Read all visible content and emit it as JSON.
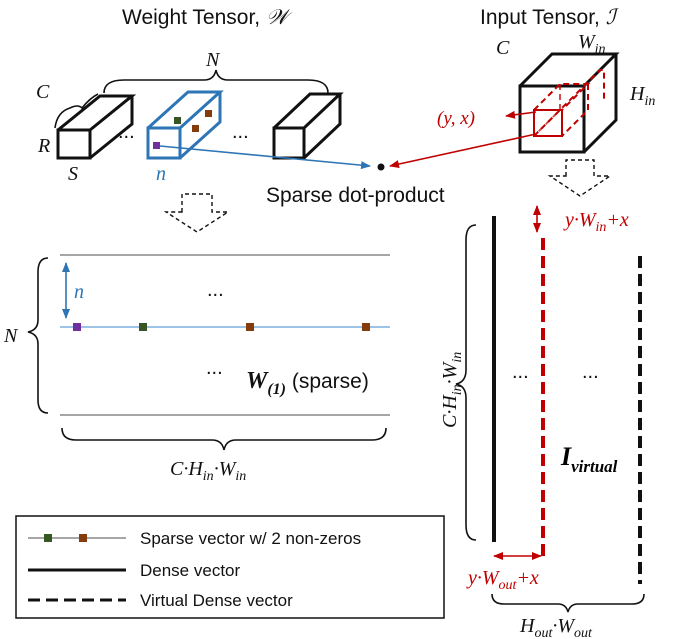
{
  "weight_tensor": {
    "title": "Weight Tensor, ",
    "symbol": "𝒲",
    "label_C": "C",
    "label_R": "R",
    "label_S": "S",
    "label_N": "N",
    "label_n": "n",
    "ellipsis": "..."
  },
  "input_tensor": {
    "title": "Input Tensor, ",
    "symbol": "ℐ",
    "label_C": "C",
    "label_W": "W",
    "label_W_sub": "in",
    "label_H": "H",
    "label_H_sub": "in",
    "label_yx": "(y, x)"
  },
  "center": {
    "sparse_dot_product": "Sparse dot-product"
  },
  "matrix_w": {
    "label_N": "N",
    "label_n": "n",
    "ellipsis_top": "...",
    "ellipsis_mid": "...",
    "name_main": "W",
    "name_sub": "(1)",
    "name_suffix": " (sparse)",
    "bottom_C": "C·H",
    "bottom_in1": "in",
    "bottom_W": "·W",
    "bottom_in2": "in"
  },
  "matrix_i": {
    "top_offset_a": "y·W",
    "top_offset_sub": "in",
    "top_offset_b": "+x",
    "left_C": "C·H",
    "left_in1": "in",
    "left_W": "·W",
    "left_in2": "in",
    "ellipsis_1": "...",
    "ellipsis_2": "...",
    "name_main": "I",
    "name_sub": "virtual",
    "bottom_offset_a": "y·W",
    "bottom_offset_sub": "out",
    "bottom_offset_b": "+x",
    "bottom_H": "H",
    "bottom_H_sub": "out",
    "bottom_W": "·W",
    "bottom_W_sub": "out"
  },
  "legend": {
    "sparse": "Sparse vector w/ 2 non-zeros",
    "dense": "Dense vector",
    "virtual": "Virtual Dense vector"
  },
  "colors": {
    "blue": "#2e75b6",
    "light_blue": "#9dc3e6",
    "red": "#c00000",
    "gray": "#a6a6a6",
    "purple": "#7030a0",
    "green": "#375623",
    "brown": "#843c0c"
  }
}
